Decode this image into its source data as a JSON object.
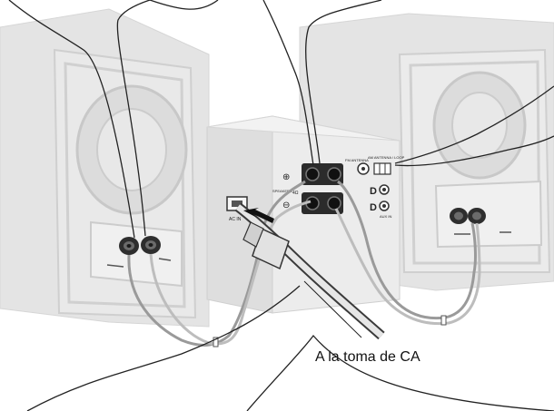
{
  "diagram": {
    "caption": "A la toma de CA",
    "panel_labels": {
      "ac_in": "AC IN",
      "speakers_left": "SPEAKERS",
      "speakers_impedance": "4Ω",
      "fm_antenna": "FM ANTENNA",
      "am_antenna": "AM ANTENNA / LOOP",
      "aux_in": "AUX IN",
      "plus_mark": "⊕",
      "minus_mark": "⊖"
    },
    "colors": {
      "speaker_fill": "#e3e3e3",
      "speaker_edge": "#d2d2d2",
      "unit_fill": "#e8e8e8",
      "cable": "#888888",
      "callout_stroke": "#222222"
    }
  }
}
